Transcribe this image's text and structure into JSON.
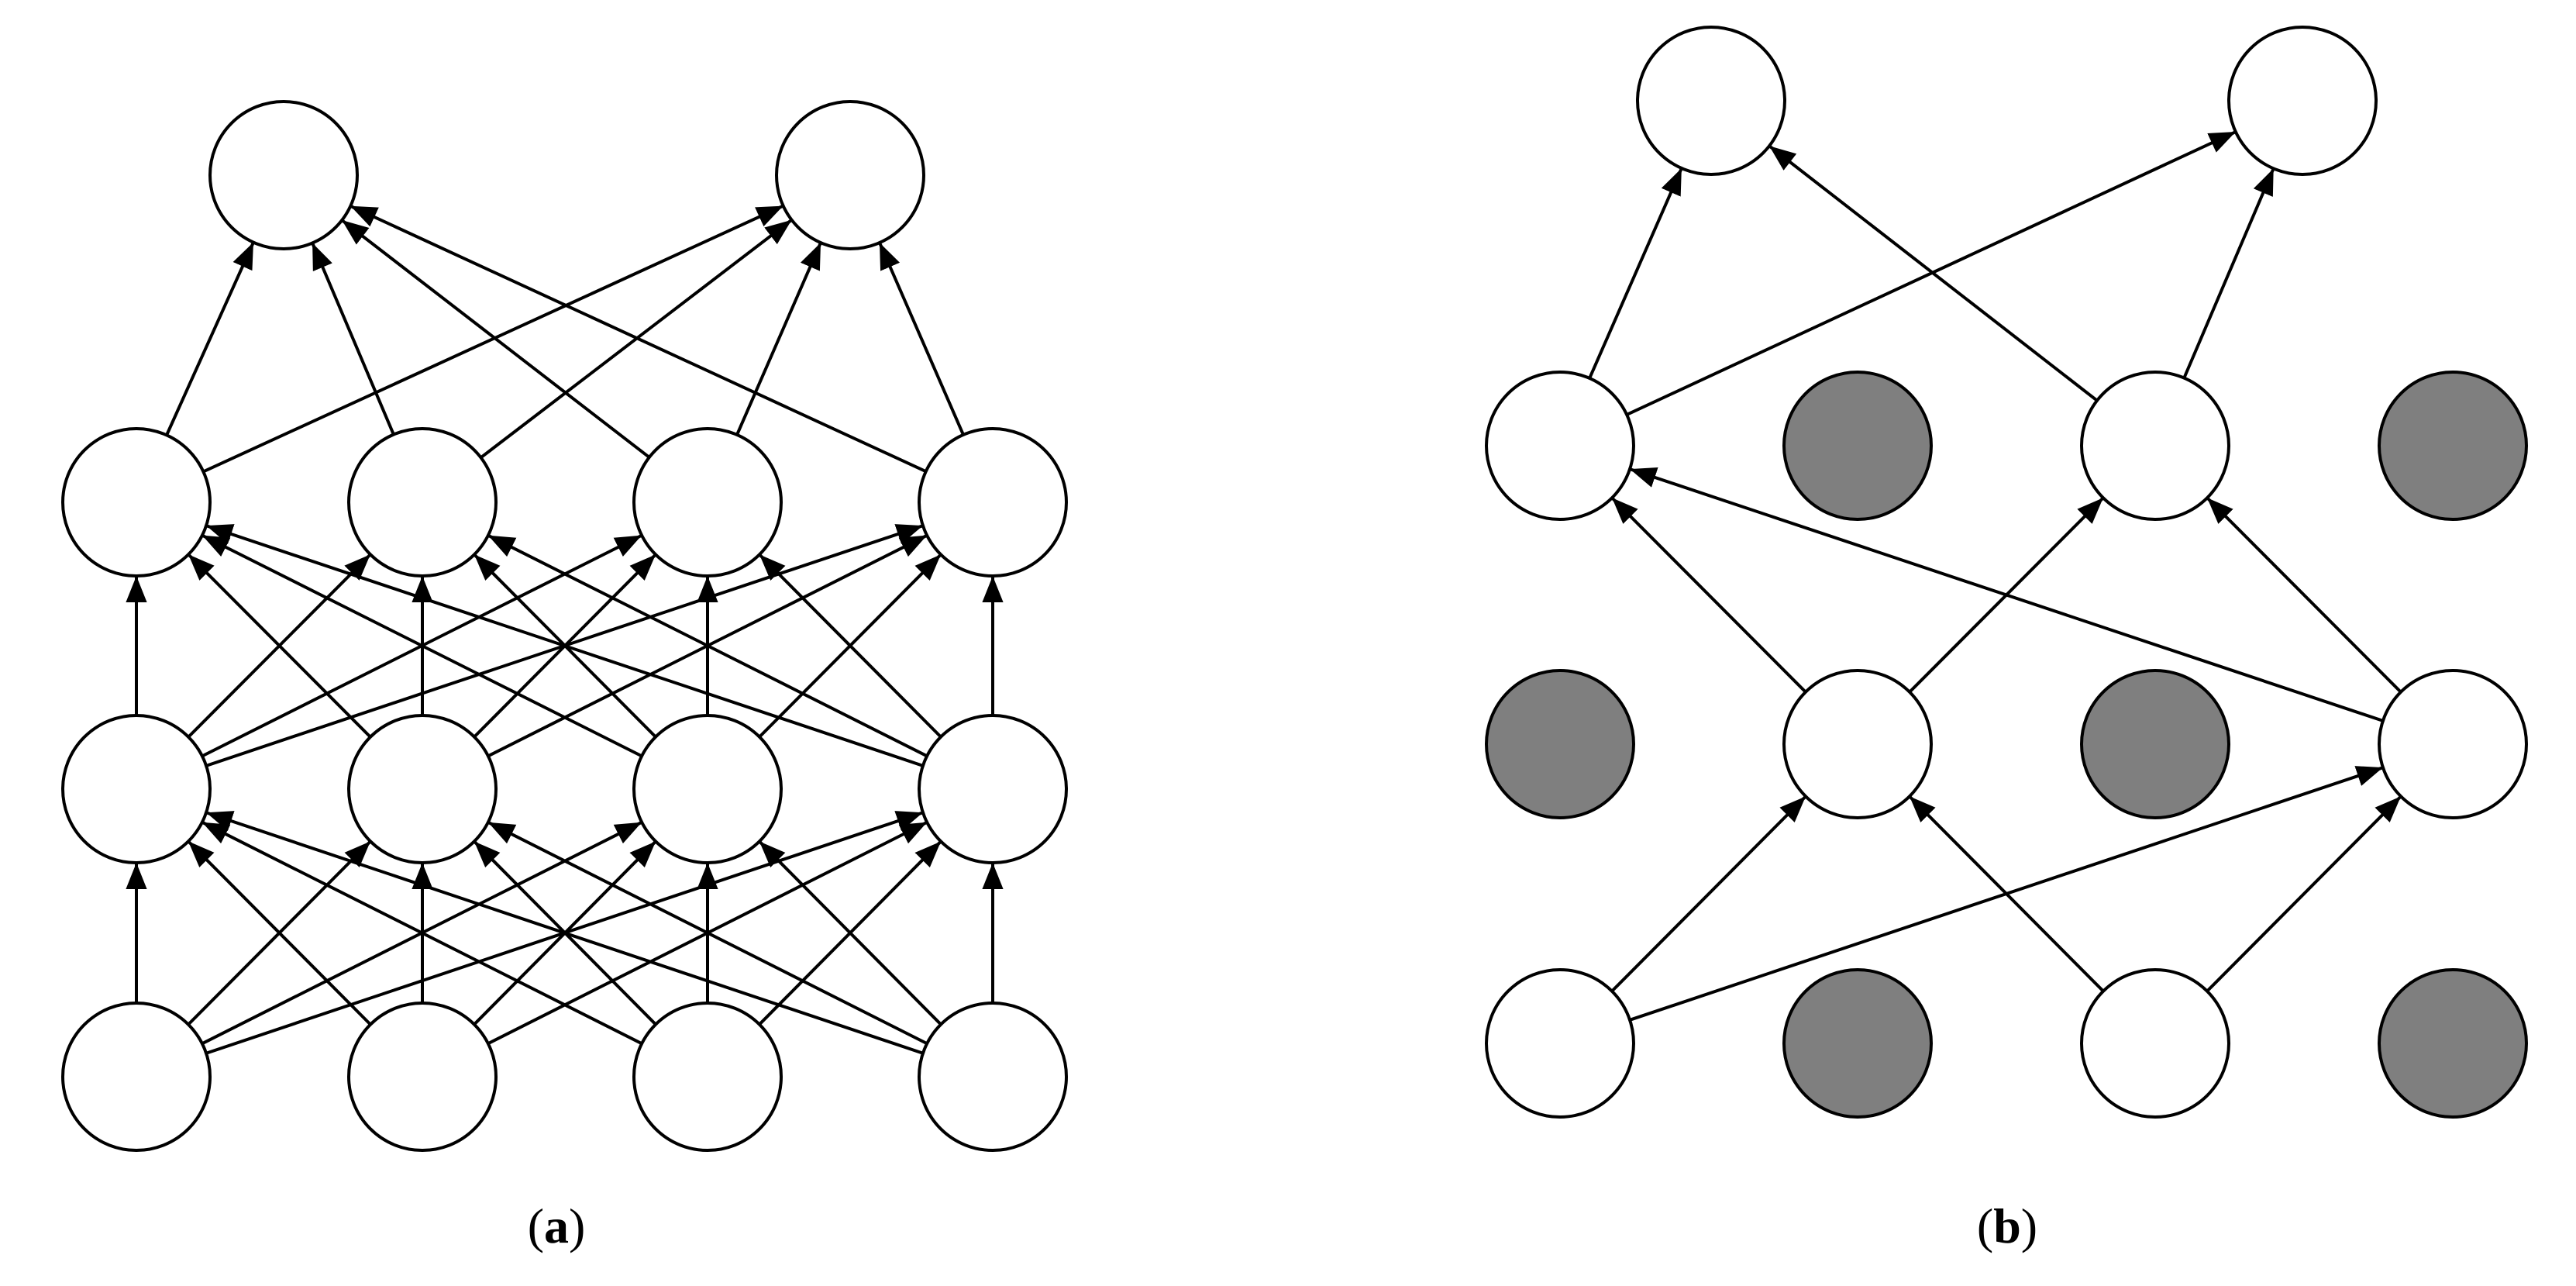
{
  "colors": {
    "node_fill": "#ffffff",
    "dropped_node_fill": "#7f7f7f",
    "stroke": "#000000"
  },
  "panels": [
    {
      "id": "a",
      "caption_letter": "a",
      "layers": [
        {
          "nodes": [
            {
              "dropped": false
            },
            {
              "dropped": false
            },
            {
              "dropped": false
            },
            {
              "dropped": false
            }
          ]
        },
        {
          "nodes": [
            {
              "dropped": false
            },
            {
              "dropped": false
            },
            {
              "dropped": false
            },
            {
              "dropped": false
            }
          ]
        },
        {
          "nodes": [
            {
              "dropped": false
            },
            {
              "dropped": false
            },
            {
              "dropped": false
            },
            {
              "dropped": false
            }
          ]
        },
        {
          "nodes": [
            {
              "dropped": false
            },
            {
              "dropped": false
            }
          ]
        }
      ],
      "edges": [
        [
          0,
          0,
          1,
          0
        ],
        [
          0,
          0,
          1,
          1
        ],
        [
          0,
          0,
          1,
          2
        ],
        [
          0,
          0,
          1,
          3
        ],
        [
          0,
          1,
          1,
          0
        ],
        [
          0,
          1,
          1,
          1
        ],
        [
          0,
          1,
          1,
          2
        ],
        [
          0,
          1,
          1,
          3
        ],
        [
          0,
          2,
          1,
          0
        ],
        [
          0,
          2,
          1,
          1
        ],
        [
          0,
          2,
          1,
          2
        ],
        [
          0,
          2,
          1,
          3
        ],
        [
          0,
          3,
          1,
          0
        ],
        [
          0,
          3,
          1,
          1
        ],
        [
          0,
          3,
          1,
          2
        ],
        [
          0,
          3,
          1,
          3
        ],
        [
          1,
          0,
          2,
          0
        ],
        [
          1,
          0,
          2,
          1
        ],
        [
          1,
          0,
          2,
          2
        ],
        [
          1,
          0,
          2,
          3
        ],
        [
          1,
          1,
          2,
          0
        ],
        [
          1,
          1,
          2,
          1
        ],
        [
          1,
          1,
          2,
          2
        ],
        [
          1,
          1,
          2,
          3
        ],
        [
          1,
          2,
          2,
          0
        ],
        [
          1,
          2,
          2,
          1
        ],
        [
          1,
          2,
          2,
          2
        ],
        [
          1,
          2,
          2,
          3
        ],
        [
          1,
          3,
          2,
          0
        ],
        [
          1,
          3,
          2,
          1
        ],
        [
          1,
          3,
          2,
          2
        ],
        [
          1,
          3,
          2,
          3
        ],
        [
          2,
          0,
          3,
          0
        ],
        [
          2,
          0,
          3,
          1
        ],
        [
          2,
          1,
          3,
          0
        ],
        [
          2,
          1,
          3,
          1
        ],
        [
          2,
          2,
          3,
          0
        ],
        [
          2,
          2,
          3,
          1
        ],
        [
          2,
          3,
          3,
          0
        ],
        [
          2,
          3,
          3,
          1
        ]
      ]
    },
    {
      "id": "b",
      "caption_letter": "b",
      "layers": [
        {
          "nodes": [
            {
              "dropped": false
            },
            {
              "dropped": true
            },
            {
              "dropped": false
            },
            {
              "dropped": true
            }
          ]
        },
        {
          "nodes": [
            {
              "dropped": true
            },
            {
              "dropped": false
            },
            {
              "dropped": true
            },
            {
              "dropped": false
            }
          ]
        },
        {
          "nodes": [
            {
              "dropped": false
            },
            {
              "dropped": true
            },
            {
              "dropped": false
            },
            {
              "dropped": true
            }
          ]
        },
        {
          "nodes": [
            {
              "dropped": false
            },
            {
              "dropped": false
            }
          ]
        }
      ],
      "edges": [
        [
          0,
          0,
          1,
          1
        ],
        [
          0,
          0,
          1,
          3
        ],
        [
          0,
          2,
          1,
          1
        ],
        [
          0,
          2,
          1,
          3
        ],
        [
          1,
          1,
          2,
          0
        ],
        [
          1,
          1,
          2,
          2
        ],
        [
          1,
          3,
          2,
          0
        ],
        [
          1,
          3,
          2,
          2
        ],
        [
          2,
          0,
          3,
          0
        ],
        [
          2,
          0,
          3,
          1
        ],
        [
          2,
          2,
          3,
          0
        ],
        [
          2,
          2,
          3,
          1
        ]
      ]
    }
  ]
}
